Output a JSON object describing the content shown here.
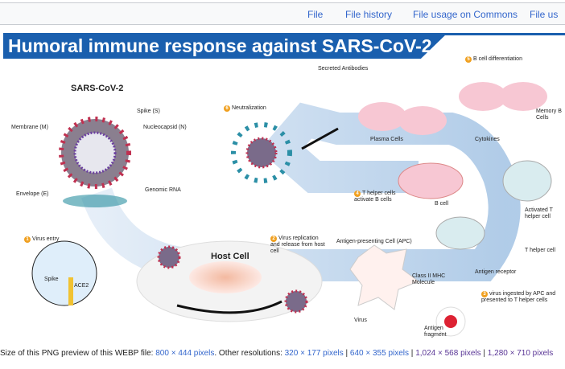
{
  "tabs": [
    "File",
    "File history",
    "File usage on Commons",
    "File us"
  ],
  "figure": {
    "title": "Humoral immune response against SARS-CoV-2",
    "labels": {
      "virus": "SARS-CoV-2",
      "spike": "Spike (S)",
      "membrane": "Membrane (M)",
      "nucleocapsid": "Nucleocapsid (N)",
      "envelope": "Envelope (E)",
      "rna": "Genomic RNA",
      "step1": "Virus entry",
      "spike2": "Spike",
      "ace2": "ACE2",
      "host": "Host Cell",
      "step2": "Virus replication and release from host cell",
      "apc": "Antigen-presenting Cell (APC)",
      "class2": "Class II MHC Molecule",
      "virus2": "Virus",
      "antigen": "Antigen fragment",
      "step3": "virus ingested by APC and presented to T helper cells",
      "antigen_receptor": "Antigen receptor",
      "th": "T helper cell",
      "activated": "Activated T helper cell",
      "cytokines": "Cytokines",
      "step4": "T helper cells activate B cells",
      "bcell": "B cell",
      "plasma": "Plasma Cells",
      "secreted": "Secreted Antibodies",
      "step5": "B cell differentiation",
      "memory": "Memory B Cells",
      "step6": "Neutralization"
    },
    "step_numbers": [
      "1",
      "2",
      "3",
      "4",
      "5",
      "6"
    ]
  },
  "footer": {
    "prefix": "Size of this PNG preview of this WEBP file:",
    "preview": "800 × 444 pixels",
    "other": ". Other resolutions:",
    "res": [
      "320 × 177 pixels",
      "640 × 355 pixels",
      "1,024 × 568 pixels",
      "1,280 × 710 pixels"
    ]
  },
  "colors": {
    "banner": "#1a5fae",
    "link": "#3366cc",
    "visited": "#5a3696"
  }
}
